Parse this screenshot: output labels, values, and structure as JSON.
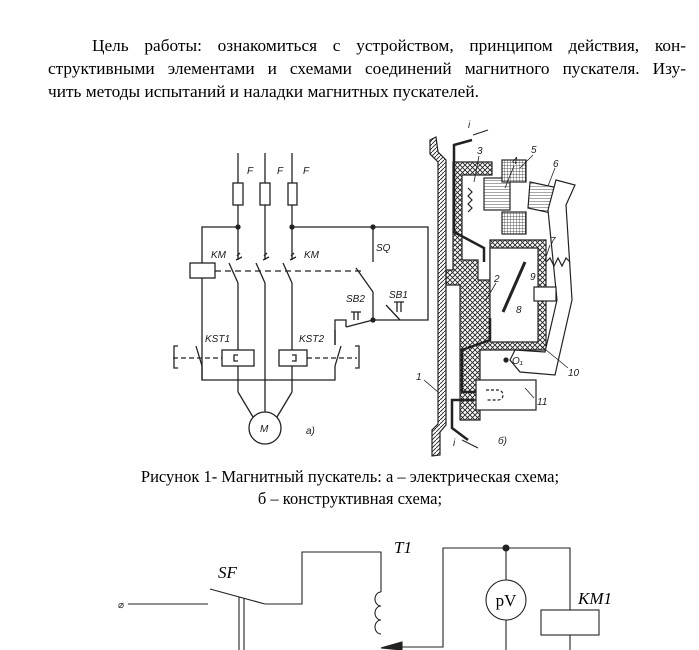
{
  "text": {
    "paragraph_lines": [
      "Цель работы: ознакомиться с устройством, принципом действия, кон-",
      "структивными элементами и схемами соединений магнитного пускателя. Изу-",
      "чить методы испытаний и наладки магнитных пускателей."
    ]
  },
  "figure1": {
    "caption_line1": "Рисунок 1- Магнитный пускатель: а – электрическая схема;",
    "caption_line2": "б – конструктивная схема;",
    "schematic_a": {
      "fuse_labels": [
        "F",
        "F",
        "F"
      ],
      "km_label_left": "KM",
      "km_label_right": "KM",
      "sq_label": "SQ",
      "sb1_label": "SB1",
      "sb2_label": "SB2",
      "kst1_label": "KST1",
      "kst2_label": "KST2",
      "motor_label": "M",
      "part_label": "а)"
    },
    "construct_b": {
      "current_label_top": "i",
      "current_label_bottom": "i",
      "part_numbers": [
        "1",
        "2",
        "3",
        "4",
        "5",
        "6",
        "7",
        "8",
        "9",
        "10",
        "11"
      ],
      "pivot_label": "O₁",
      "part_label": "б)"
    }
  },
  "figure2": {
    "sf_label": "SF",
    "t1_label": "T1",
    "voltmeter_label": "pV",
    "km1_label": "KM1",
    "terminal_symbol": "⌀"
  }
}
